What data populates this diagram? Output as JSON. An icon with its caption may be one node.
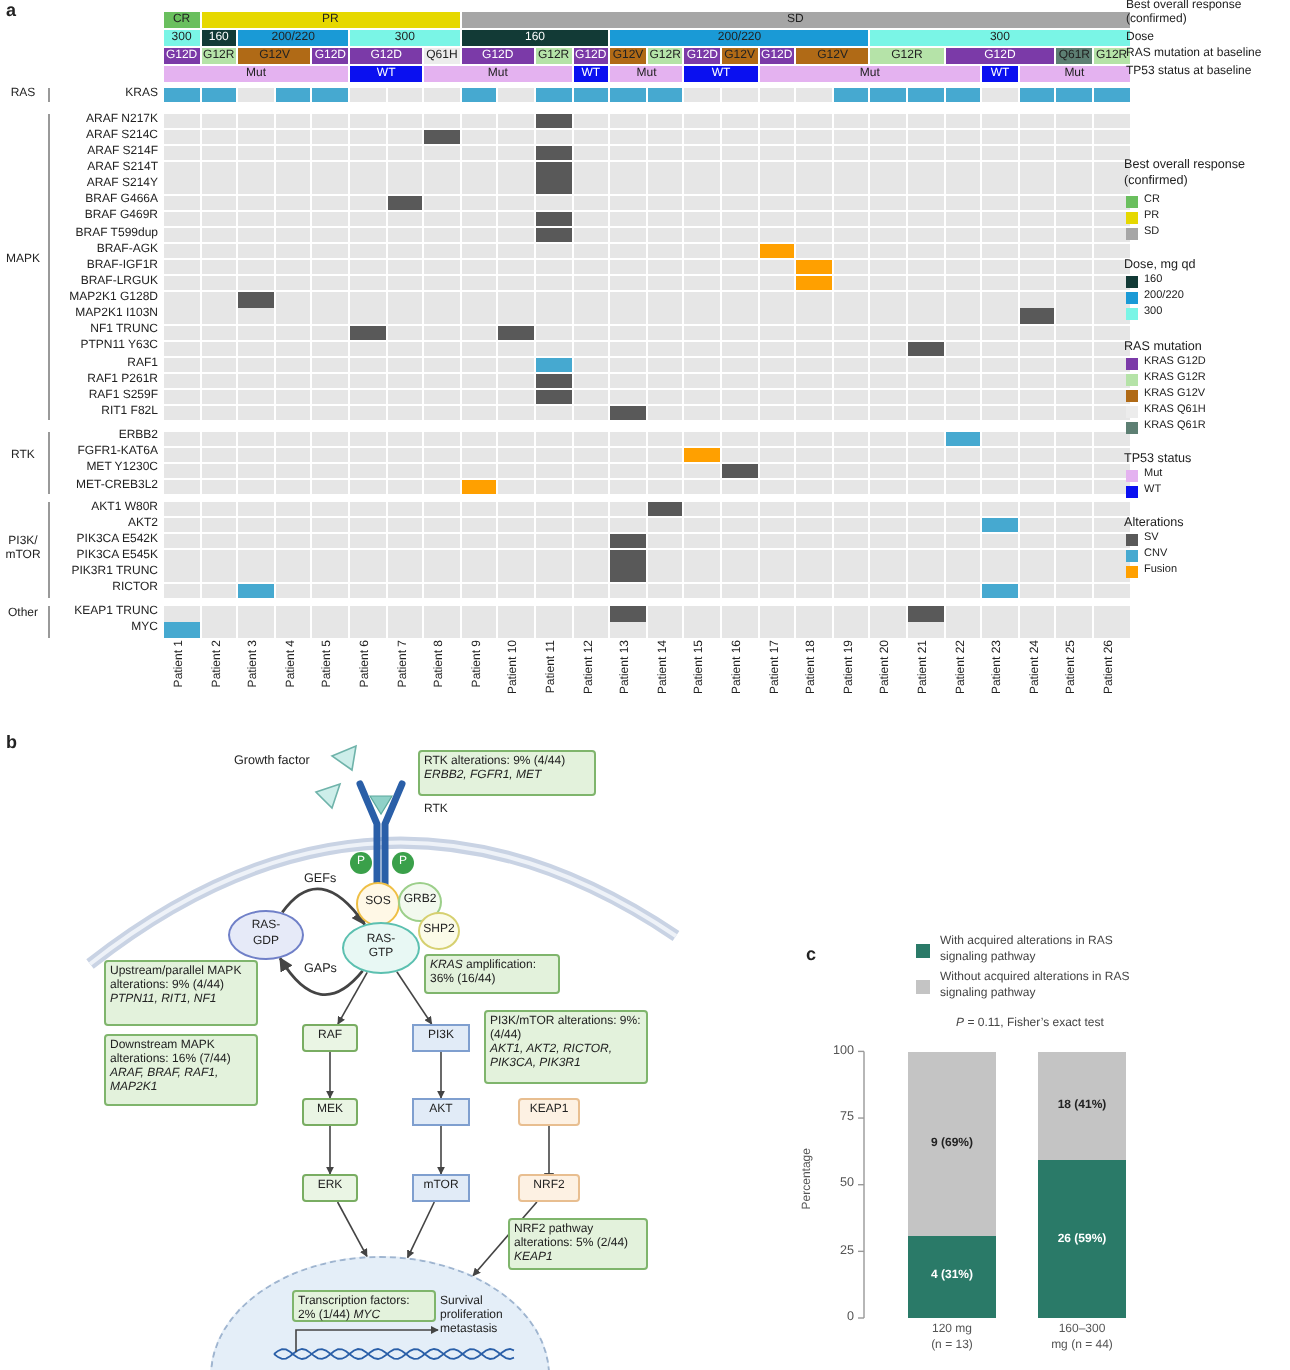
{
  "diagram": {
    "nodes": [
      {
        "text": [
          "RTK alterations: 9% (4/44)",
          "ERBB2, FGFR1, MET"
        ]
      },
      {
        "text": [
          "P"
        ]
      },
      {
        "text": [
          "P"
        ]
      },
      {
        "text": [
          "SOS"
        ]
      },
      {
        "text": [
          "GRB2"
        ]
      },
      {
        "text": [
          "SHP2"
        ]
      },
      {
        "text": [
          "RAS-GDP"
        ]
      },
      {
        "text": [
          "RAS-GTP"
        ]
      },
      {
        "text": [
          "Upstream/parallel MAPK alterations: 9% (4/44)",
          "PTPN11, RIT1, NF1"
        ]
      },
      {
        "text": [
          "*KRAS* amplification: 36% (16/44)"
        ]
      },
      {
        "text": [
          "Downstream MAPK alterations: 16% (7/44)",
          "ARAF, BRAF, RAF1, MAP2K1"
        ]
      },
      {
        "text": [
          "RAF"
        ]
      },
      {
        "text": [
          "PI3K"
        ]
      },
      {
        "text": [
          "PI3K/mTOR alterations: 9%: (4/44)",
          "AKT1, AKT2, RICTOR, PIK3CA, PIK3R1"
        ]
      },
      {
        "text": [
          "MEK"
        ]
      },
      {
        "text": [
          "AKT"
        ]
      },
      {
        "text": [
          "KEAP1"
        ]
      },
      {
        "text": [
          "ERK"
        ]
      },
      {
        "text": [
          "mTOR"
        ]
      },
      {
        "text": [
          "NRF2"
        ]
      },
      {
        "text": [
          "NRF2 pathway alterations: 5% (2/44)",
          "KEAP1"
        ]
      },
      {
        "text": [],
        "shape": "ellipse"
      },
      {
        "text": [
          "Transcription factors: 2% (1/44) *MYC*"
        ],
        "in": 21
      },
      {
        "text": [
          "Survival proliferation metastasis"
        ],
        "in": 21
      }
    ],
    "edges": [
      {
        "from": 6,
        "to": 7,
        "arrow": "to",
        "label": "GEFs"
      },
      {
        "from": 7,
        "to": 6,
        "arrow": "to",
        "label": "GAPs"
      },
      {
        "from": 7,
        "to": 11,
        "arrow": "to"
      },
      {
        "from": 7,
        "to": 12,
        "arrow": "to"
      },
      {
        "from": 11,
        "to": 14,
        "arrow": "to"
      },
      {
        "from": 14,
        "to": 17,
        "arrow": "to"
      },
      {
        "from": 12,
        "to": 15,
        "arrow": "to"
      },
      {
        "from": 15,
        "to": 18,
        "arrow": "to"
      },
      {
        "from": 16,
        "to": 19,
        "arrow": "other"
      },
      {
        "from": 17,
        "to": 21,
        "arrow": "to"
      },
      {
        "from": 18,
        "to": 21,
        "arrow": "to"
      },
      {
        "from": 19,
        "to": 21,
        "arrow": "to"
      },
      {
        "from": null,
        "to": 23,
        "arrow": "to"
      }
    ],
    "labels": [
      "a",
      "CR",
      "PR",
      "SD",
      "Best overall response (confirmed)",
      "300",
      "160",
      "200/220",
      "300",
      "160",
      "200/220",
      "300",
      "Dose",
      "G12D",
      "G12R",
      "G12V",
      "G12D",
      "G12D",
      "Q61H",
      "G12D",
      "G12R",
      "G12D",
      "G12V",
      "G12R",
      "G12D",
      "G12V",
      "G12D",
      "G12V",
      "G12R",
      "G12D",
      "Q61R",
      "G12R",
      "RAS mutation at baseline",
      "Mut",
      "WT",
      "Mut",
      "WT",
      "Mut",
      "WT",
      "Mut",
      "WT",
      "Mut",
      "TP53 status at baseline",
      "RAS",
      "KRAS",
      "MAPK",
      "ARAF N217K",
      "ARAF S214C",
      "ARAF S214F",
      "ARAF S214T",
      "ARAF S214Y",
      "BRAF G466A",
      "BRAF G469R",
      "BRAF T599dup",
      "BRAF-AGK",
      "BRAF-IGF1R",
      "BRAF-LRGUK",
      "MAP2K1 G128D",
      "MAP2K1 I103N",
      "NF1 TRUNC",
      "PTPN11 Y63C",
      "RAF1",
      "RAF1 P261R",
      "RAF1 S259F",
      "RIT1 F82L",
      "RTK",
      "ERBB2",
      "FGFR1-KAT6A",
      "MET Y1230C",
      "MET-CREB3L2",
      "PI3K/ mTOR",
      "AKT1 W80R",
      "AKT2",
      "PIK3CA E542K",
      "PIK3CA E545K",
      "PIK3R1 TRUNC",
      "RICTOR",
      "Other",
      "KEAP1 TRUNC",
      "MYC",
      "Patient 1",
      "Patient 2",
      "Patient 3",
      "Patient 4",
      "Patient 5",
      "Patient 6",
      "Patient 7",
      "Patient 8",
      "Patient 9",
      "Patient 10",
      "Patient 11",
      "Patient 12",
      "Patient 13",
      "Patient 14",
      "Patient 15",
      "Patient 16",
      "Patient 17",
      "Patient 18",
      "Patient 19",
      "Patient 20",
      "Patient 21",
      "Patient 22",
      "Patient 23",
      "Patient 24",
      "Patient 25",
      "Patient 26",
      "Best overall response (confirmed)",
      "Dose, mg qd",
      "RAS mutation",
      "TP53 status",
      "Alterations",
      "b",
      "Growth factor",
      "RTK",
      "c"
    ],
    "legend": [
      {
        "text": "CR",
        "color": "#6abf5e"
      },
      {
        "text": "PR",
        "color": "#e6d800"
      },
      {
        "text": "SD",
        "color": "#a6a6a6"
      },
      {
        "text": "160",
        "color": "#123a36"
      },
      {
        "text": "200/220",
        "color": "#1a9ad6"
      },
      {
        "text": "300",
        "color": "#7af5e6"
      },
      {
        "text": "KRAS G12D",
        "color": "#7b3aa8"
      },
      {
        "text": "KRAS G12R",
        "color": "#b5e3a8"
      },
      {
        "text": "KRAS G12V",
        "color": "#b06a16"
      },
      {
        "text": "KRAS Q61H",
        "color": "#ececec"
      },
      {
        "text": "KRAS Q61R",
        "color": "#5d7f73"
      },
      {
        "text": "Mut",
        "color": "#e4b2f0"
      },
      {
        "text": "WT",
        "color": "#0a10f0"
      },
      {
        "text": "SV",
        "color": "#595959"
      },
      {
        "text": "CNV",
        "color": "#46a9d0"
      },
      {
        "text": "Fusion",
        "color": "#ffa000"
      }
    ],
    "chart_data": {
      "type": "bar",
      "stacked": true,
      "title": "*P* = 0.11, Fisher’s exact test",
      "ylabel": "Percentage",
      "categories": [
        "120 mg (n = 13)",
        "160–300 mg (n = 44)"
      ],
      "series": [
        {
          "name": "With acquired alterations in RAS signaling pathway",
          "color": "#2a7a68",
          "values": [
            31,
            59
          ]
        },
        {
          "name": "Without acquired alterations in RAS signaling pathway",
          "color": "#c4c4c4",
          "values": [
            69,
            41
          ]
        }
      ],
      "value_labels": [
        [
          "4 (31%)",
          "26 (59%)"
        ],
        [
          "9 (69%)",
          "18 (41%)"
        ]
      ],
      "legend": true,
      "ylim": [
        0,
        100
      ],
      "yticks": [
        0,
        25,
        50,
        75,
        100
      ]
    }
  }
}
